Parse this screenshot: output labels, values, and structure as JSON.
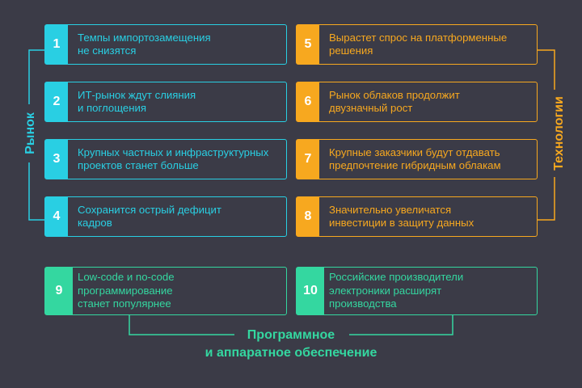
{
  "groups": {
    "market": {
      "label": "Рынок",
      "color": "#29cfe3",
      "items": [
        {
          "num": "1",
          "text": "Темпы импортозамещения\nне снизятся"
        },
        {
          "num": "2",
          "text": "ИТ-рынок ждут слияния\nи поглощения"
        },
        {
          "num": "3",
          "text": "Крупных частных и инфраструктурных\nпроектов станет больше"
        },
        {
          "num": "4",
          "text": "Сохранится острый дефицит\nкадров"
        }
      ]
    },
    "technology": {
      "label": "Технологии",
      "color": "#f7a81f",
      "items": [
        {
          "num": "5",
          "text": "Вырастет спрос на платформенные\nрешения"
        },
        {
          "num": "6",
          "text": "Рынок облаков продолжит\nдвузначный рост"
        },
        {
          "num": "7",
          "text": "Крупные заказчики будут отдавать\nпредпочтение гибридным облакам"
        },
        {
          "num": "8",
          "text": "Значительно увеличатся\nинвестиции в защиту данных"
        }
      ]
    },
    "software_hardware": {
      "label": "Программное\nи аппаратное обеспечение",
      "color": "#34d7a0",
      "items": [
        {
          "num": "9",
          "text": "Low-code и no-code\nпрограммирование\nстанет популярнее"
        },
        {
          "num": "10",
          "text": "Российские производители\nэлектроники расширят\nпроизводства"
        }
      ]
    }
  }
}
